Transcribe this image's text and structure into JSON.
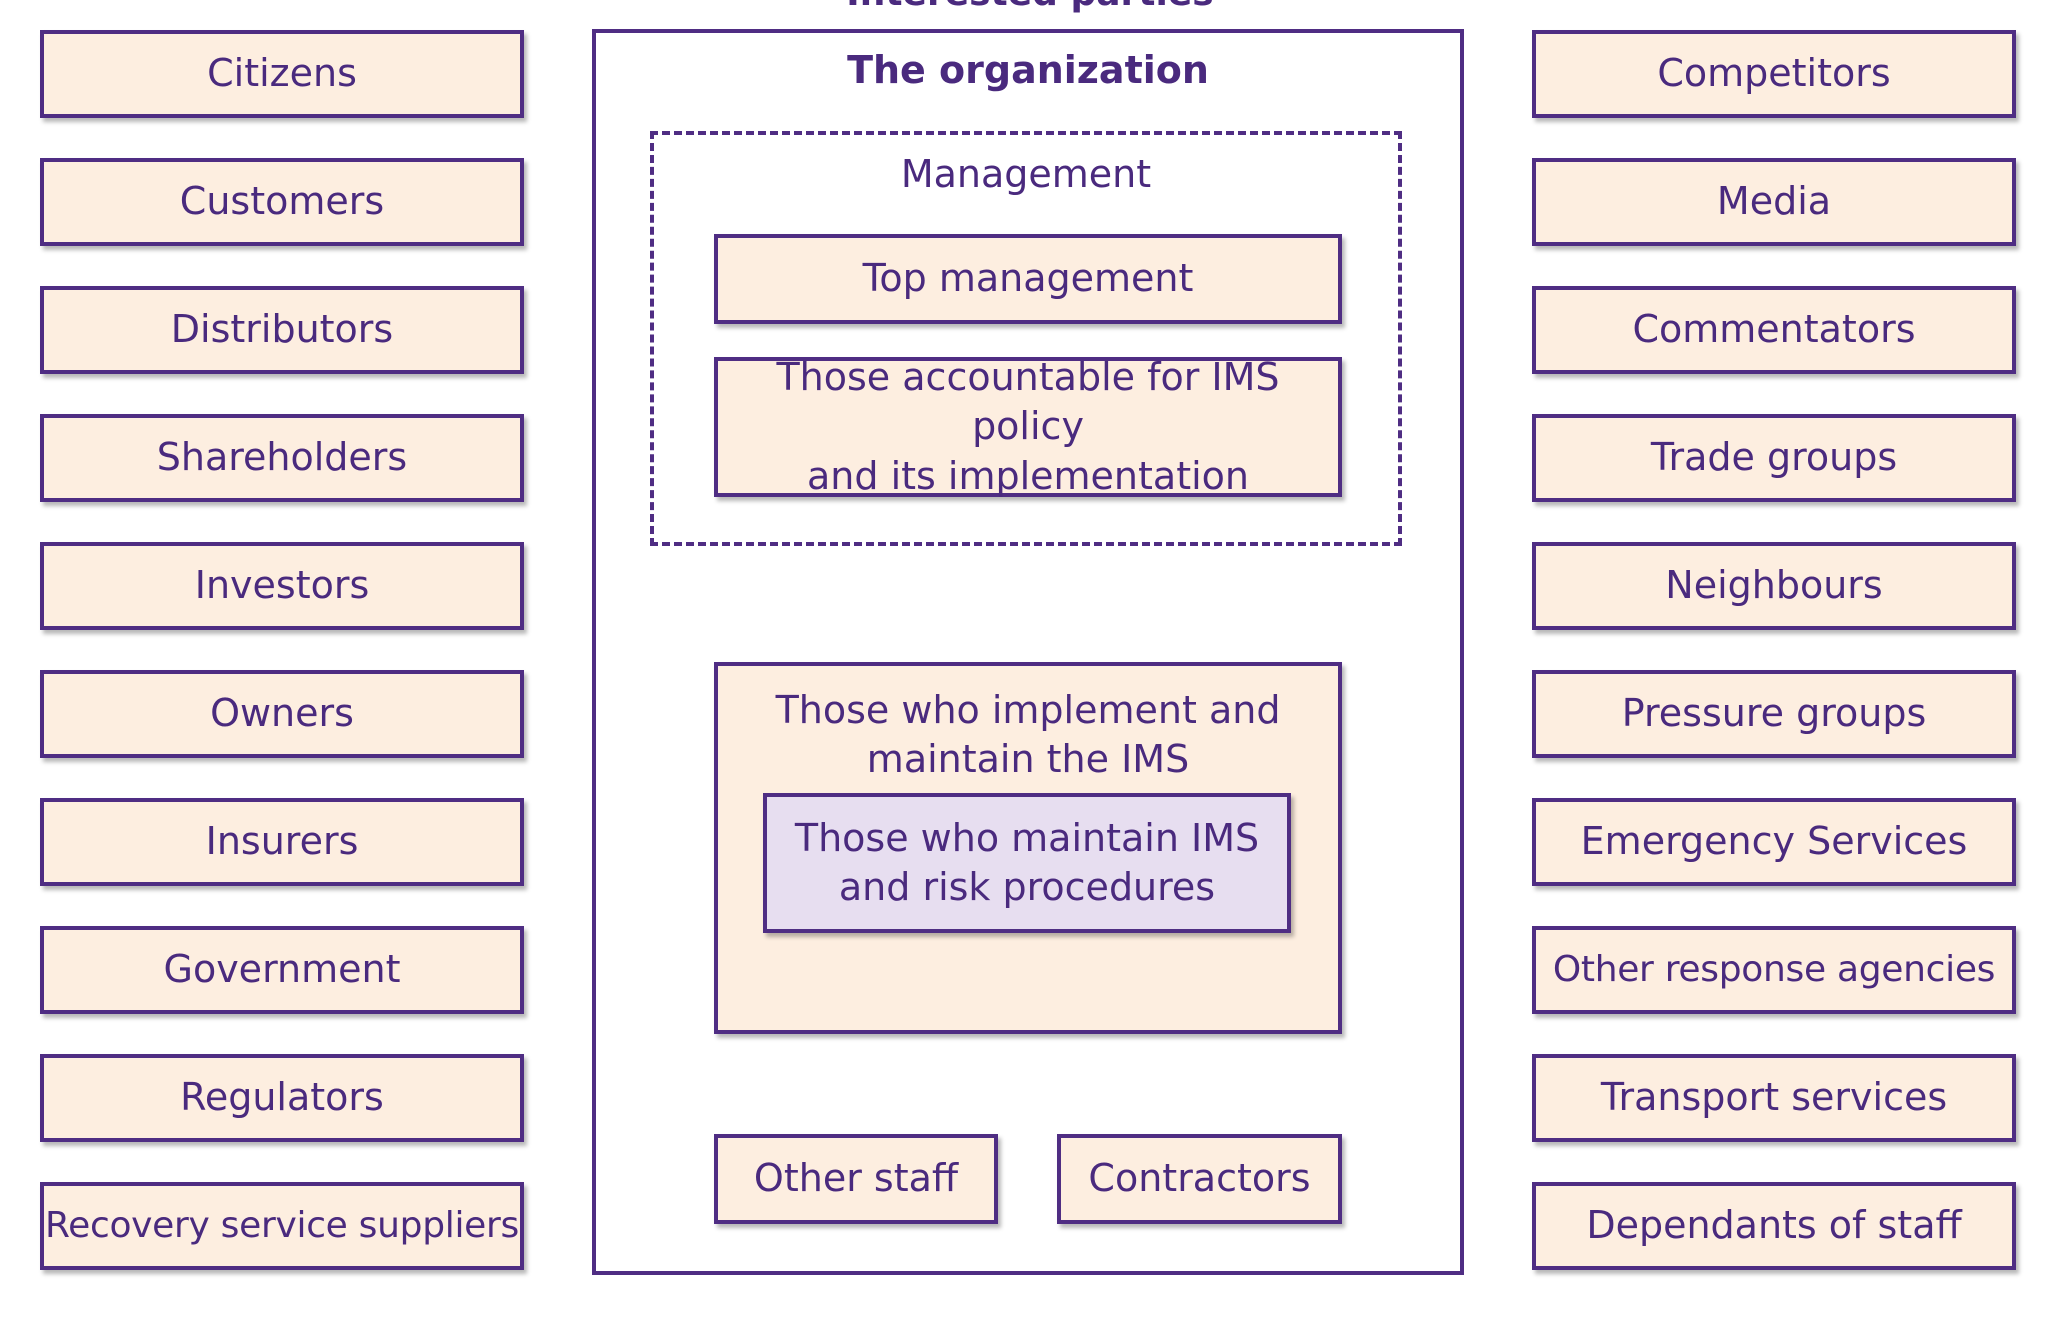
{
  "header": {
    "title": "Interested parties"
  },
  "organization": {
    "title": "The organization",
    "management": {
      "label": "Management",
      "top_management": "Top management",
      "accountable_line1": "Those accountable for IMS policy",
      "accountable_line2": "and its implementation"
    },
    "implement_line1": "Those who implement and",
    "implement_line2": "maintain the IMS",
    "maintain_line1": "Those who maintain IMS",
    "maintain_line2": "and risk procedures",
    "other_staff": "Other staff",
    "contractors": "Contractors"
  },
  "left_parties": [
    "Citizens",
    "Customers",
    "Distributors",
    "Shareholders",
    "Investors",
    "Owners",
    "Insurers",
    "Government",
    "Regulators",
    "Recovery service suppliers"
  ],
  "right_parties": [
    "Competitors",
    "Media",
    "Commentators",
    "Trade groups",
    "Neighbours",
    "Pressure groups",
    "Emergency Services",
    "Other response agencies",
    "Transport services",
    "Dependants of staff"
  ],
  "colors": {
    "border": "#4f2d83",
    "text": "#4a2a7e",
    "box_fill": "#fdeee0",
    "inner_fill": "#e7def0"
  }
}
